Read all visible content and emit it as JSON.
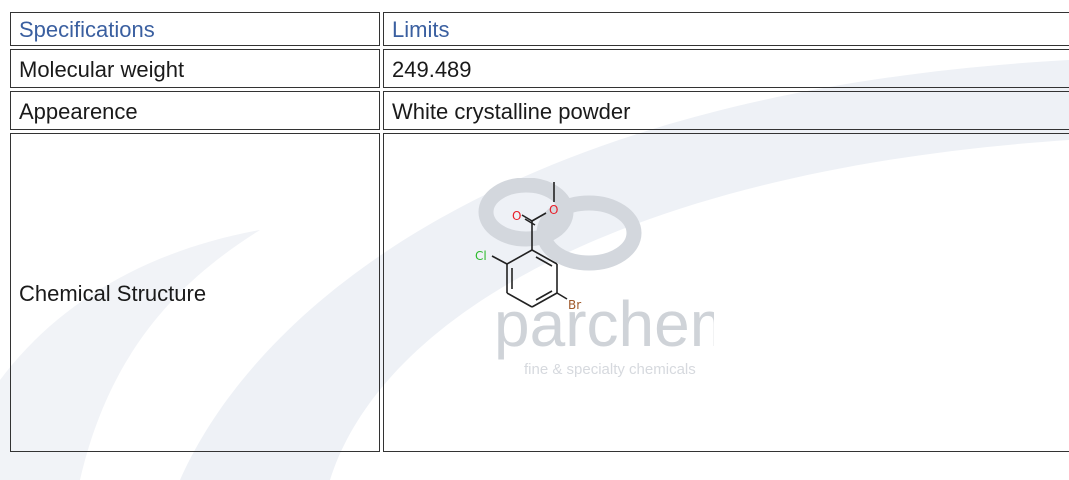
{
  "table": {
    "header": {
      "col1": "Specifications",
      "col2": "Limits"
    },
    "rows": [
      {
        "label": "Molecular weight",
        "value": "249.489"
      },
      {
        "label": "Appearence",
        "value": "White crystalline powder"
      }
    ],
    "structure_row": {
      "label": "Chemical Structure"
    }
  },
  "structure": {
    "atoms": {
      "o_carbonyl": "O",
      "o_ester": "O",
      "cl": "Cl",
      "br": "Br"
    },
    "watermark": {
      "brand": "parchem",
      "tagline": "fine & specialty chemicals"
    }
  },
  "colors": {
    "header_text": "#3a5fa0",
    "oxygen": "#e8202a",
    "chlorine": "#2dbb2d",
    "bromine": "#a05a2c",
    "watermark": "#cfd3d8"
  }
}
